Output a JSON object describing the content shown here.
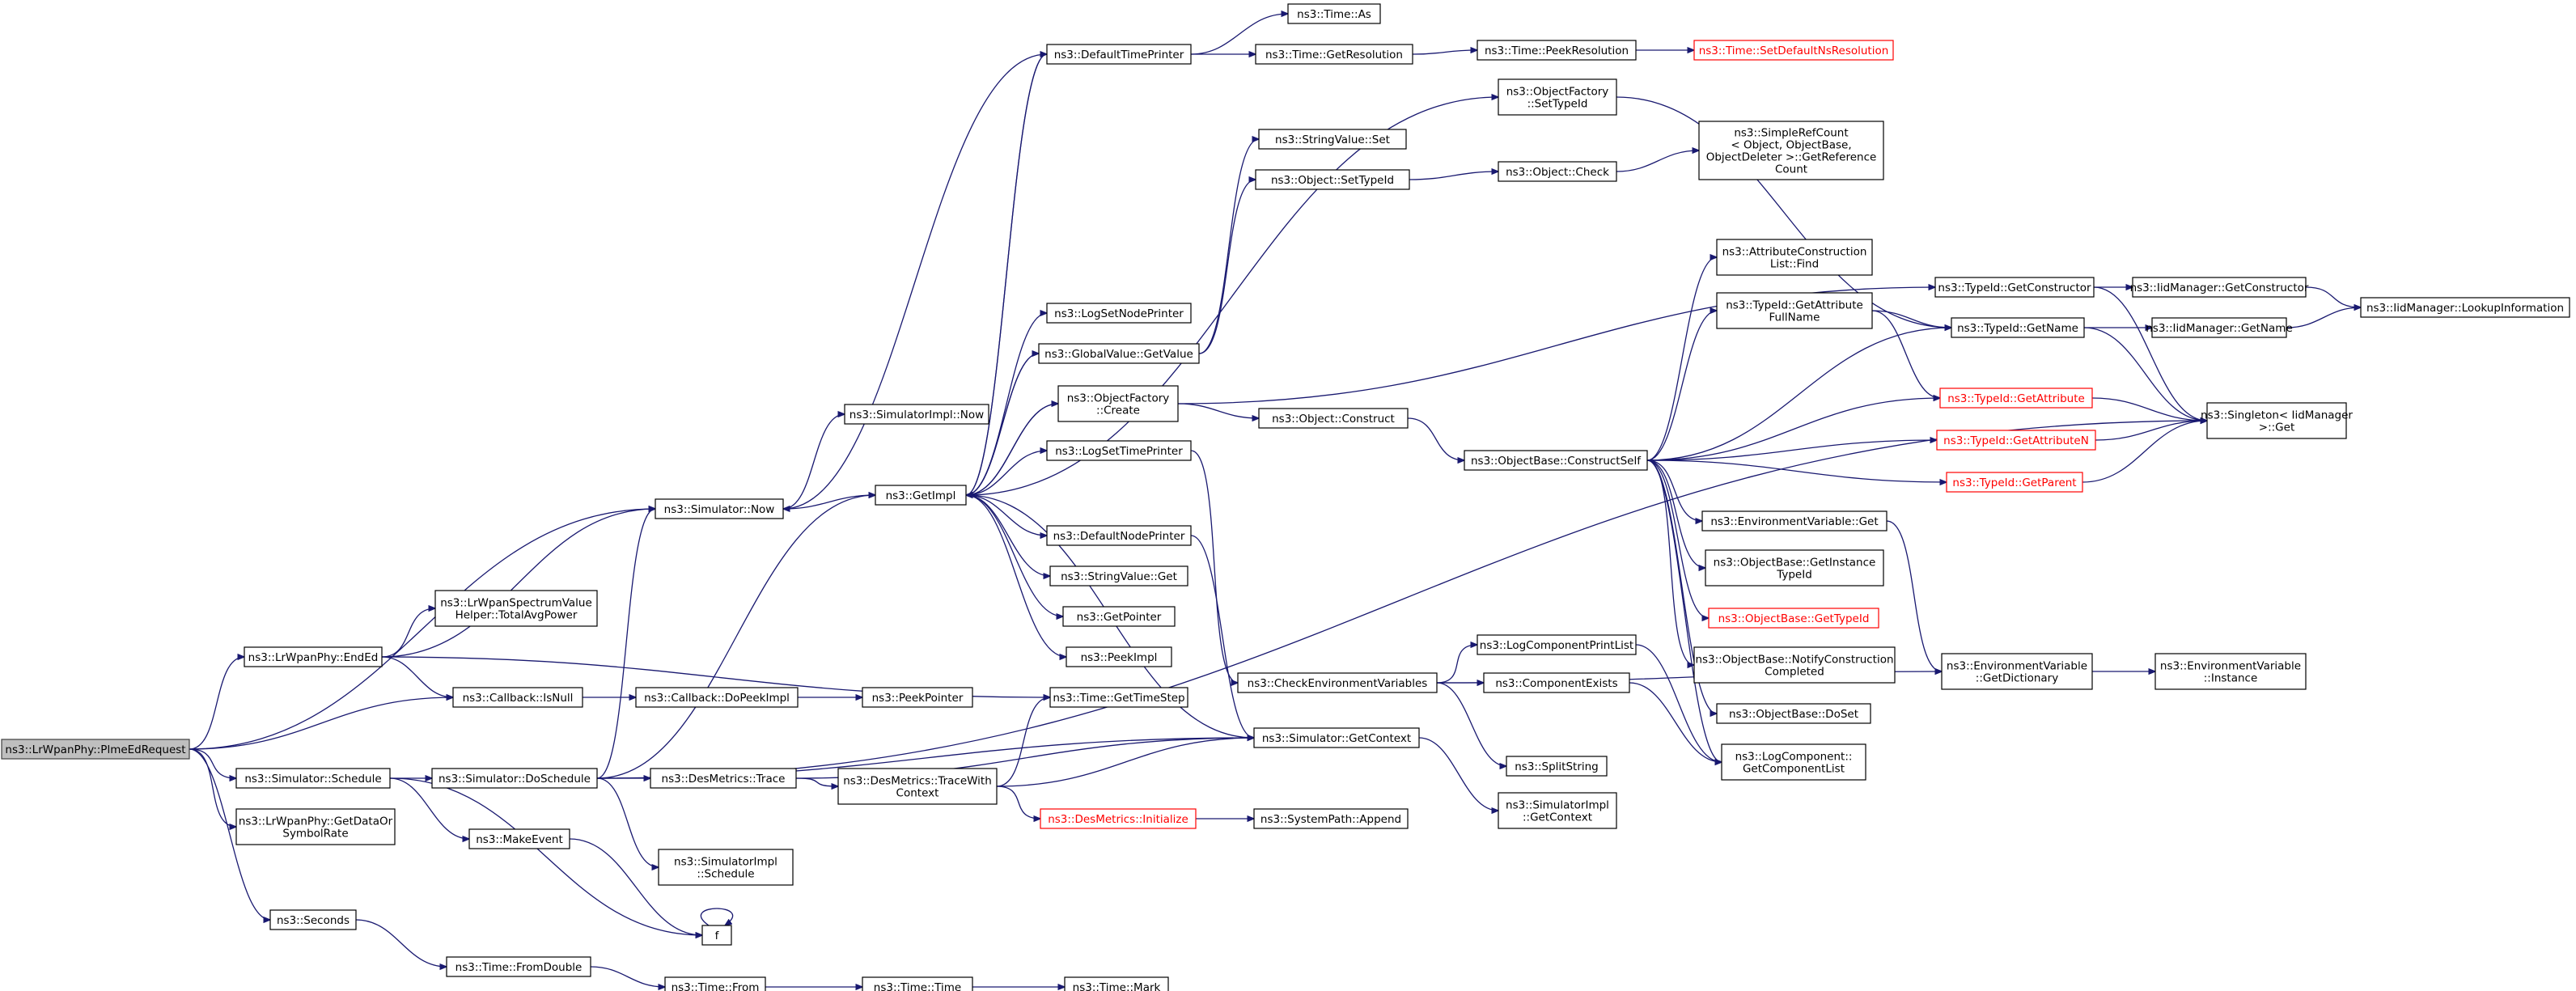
{
  "diagram": {
    "nodes": [
      {
        "id": "root",
        "label": [
          "ns3::LrWpanPhy::PlmeEdRequest"
        ],
        "style": "root"
      },
      {
        "id": "now",
        "label": [
          "ns3::Simulator::Now"
        ]
      },
      {
        "id": "ended",
        "label": [
          "ns3::LrWpanPhy::EndEd"
        ]
      },
      {
        "id": "isnull",
        "label": [
          "ns3::Callback::IsNull"
        ]
      },
      {
        "id": "schedule",
        "label": [
          "ns3::Simulator::Schedule"
        ]
      },
      {
        "id": "getdata",
        "label": [
          "ns3::LrWpanPhy::GetDataOr",
          "SymbolRate"
        ]
      },
      {
        "id": "seconds",
        "label": [
          "ns3::Seconds"
        ]
      },
      {
        "id": "simimplnow",
        "label": [
          "ns3::SimulatorImpl::Now"
        ]
      },
      {
        "id": "getimpl",
        "label": [
          "ns3::GetImpl"
        ]
      },
      {
        "id": "spectrum",
        "label": [
          "ns3::LrWpanSpectrumValue",
          "Helper::TotalAvgPower"
        ]
      },
      {
        "id": "gettimestep",
        "label": [
          "ns3::Time::GetTimeStep"
        ]
      },
      {
        "id": "dopeekimpl",
        "label": [
          "ns3::Callback::DoPeekImpl"
        ]
      },
      {
        "id": "peekpointer",
        "label": [
          "ns3::PeekPointer"
        ]
      },
      {
        "id": "doschedule",
        "label": [
          "ns3::Simulator::DoSchedule"
        ]
      },
      {
        "id": "makeevent",
        "label": [
          "ns3::MakeEvent"
        ]
      },
      {
        "id": "f",
        "label": [
          "f"
        ]
      },
      {
        "id": "fromdouble",
        "label": [
          "ns3::Time::FromDouble"
        ]
      },
      {
        "id": "timefrom",
        "label": [
          "ns3::Time::From"
        ]
      },
      {
        "id": "timetime",
        "label": [
          "ns3::Time::Time"
        ]
      },
      {
        "id": "timemark",
        "label": [
          "ns3::Time::Mark"
        ]
      },
      {
        "id": "desmetrace",
        "label": [
          "ns3::DesMetrics::Trace"
        ]
      },
      {
        "id": "tracewith",
        "label": [
          "ns3::DesMetrics::TraceWith",
          "Context"
        ]
      },
      {
        "id": "desinit",
        "label": [
          "ns3::DesMetrics::Initialize"
        ],
        "style": "red"
      },
      {
        "id": "sysappend",
        "label": [
          "ns3::SystemPath::Append"
        ]
      },
      {
        "id": "implsched",
        "label": [
          "ns3::SimulatorImpl",
          "::Schedule"
        ]
      },
      {
        "id": "getcontext",
        "label": [
          "ns3::Simulator::GetContext"
        ]
      },
      {
        "id": "implgetcontext",
        "label": [
          "ns3::SimulatorImpl",
          "::GetContext"
        ]
      },
      {
        "id": "defaulttimeprinter",
        "label": [
          "ns3::DefaultTimePrinter"
        ]
      },
      {
        "id": "timeas",
        "label": [
          "ns3::Time::As"
        ]
      },
      {
        "id": "getresolution",
        "label": [
          "ns3::Time::GetResolution"
        ]
      },
      {
        "id": "peekresolution",
        "label": [
          "ns3::Time::PeekResolution"
        ]
      },
      {
        "id": "setdefaultns",
        "label": [
          "ns3::Time::SetDefaultNsResolution"
        ],
        "style": "red"
      },
      {
        "id": "logsetnodeprinter",
        "label": [
          "ns3::LogSetNodePrinter"
        ]
      },
      {
        "id": "globalvalue",
        "label": [
          "ns3::GlobalValue::GetValue"
        ]
      },
      {
        "id": "objfactorycreate",
        "label": [
          "ns3::ObjectFactory",
          "::Create"
        ]
      },
      {
        "id": "logsettimeprinter",
        "label": [
          "ns3::LogSetTimePrinter"
        ]
      },
      {
        "id": "defaultnodeprinter",
        "label": [
          "ns3::DefaultNodePrinter"
        ]
      },
      {
        "id": "stringvalueget",
        "label": [
          "ns3::StringValue::Get"
        ]
      },
      {
        "id": "getpointer",
        "label": [
          "ns3::GetPointer"
        ]
      },
      {
        "id": "peekimpl",
        "label": [
          "ns3::PeekImpl"
        ]
      },
      {
        "id": "objfactorysettypeid",
        "label": [
          "ns3::ObjectFactory",
          "::SetTypeId"
        ]
      },
      {
        "id": "stringvalueset",
        "label": [
          "ns3::StringValue::Set"
        ]
      },
      {
        "id": "objectsettypeid",
        "label": [
          "ns3::Object::SetTypeId"
        ]
      },
      {
        "id": "objectcheck",
        "label": [
          "ns3::Object::Check"
        ]
      },
      {
        "id": "simplerefcount",
        "label": [
          "ns3::SimpleRefCount",
          "< Object, ObjectBase,",
          "ObjectDeleter >::GetReference",
          "Count"
        ]
      },
      {
        "id": "objectconstruct",
        "label": [
          "ns3::Object::Construct"
        ]
      },
      {
        "id": "checkenv",
        "label": [
          "ns3::CheckEnvironmentVariables"
        ]
      },
      {
        "id": "logcomponentprintlist",
        "label": [
          "ns3::LogComponentPrintList"
        ]
      },
      {
        "id": "componentexists",
        "label": [
          "ns3::ComponentExists"
        ]
      },
      {
        "id": "splitstring",
        "label": [
          "ns3::SplitString"
        ]
      },
      {
        "id": "constructself",
        "label": [
          "ns3::ObjectBase::ConstructSelf"
        ]
      },
      {
        "id": "attrconstlist",
        "label": [
          "ns3::AttributeConstruction",
          "List::Find"
        ]
      },
      {
        "id": "gettattrfullname",
        "label": [
          "ns3::TypeId::GetAttribute",
          "FullName"
        ]
      },
      {
        "id": "envget",
        "label": [
          "ns3::EnvironmentVariable::Get"
        ]
      },
      {
        "id": "getinstancetypeid",
        "label": [
          "ns3::ObjectBase::GetInstance",
          "TypeId"
        ]
      },
      {
        "id": "objbasegettypeid",
        "label": [
          "ns3::ObjectBase::GetTypeId"
        ],
        "style": "red"
      },
      {
        "id": "notifyconstruction",
        "label": [
          "ns3::ObjectBase::NotifyConstruction",
          "Completed"
        ]
      },
      {
        "id": "doset",
        "label": [
          "ns3::ObjectBase::DoSet"
        ]
      },
      {
        "id": "getcomponentlist",
        "label": [
          "ns3::LogComponent::",
          "GetComponentList"
        ]
      },
      {
        "id": "typeidgetconstructor",
        "label": [
          "ns3::TypeId::GetConstructor"
        ]
      },
      {
        "id": "typeidgetname",
        "label": [
          "ns3::TypeId::GetName"
        ]
      },
      {
        "id": "typeidgetattribute",
        "label": [
          "ns3::TypeId::GetAttribute"
        ],
        "style": "red"
      },
      {
        "id": "typeidgetattributen",
        "label": [
          "ns3::TypeId::GetAttributeN"
        ],
        "style": "red"
      },
      {
        "id": "typeidgetparent",
        "label": [
          "ns3::TypeId::GetParent"
        ],
        "style": "red"
      },
      {
        "id": "envgetdict",
        "label": [
          "ns3::EnvironmentVariable",
          "::GetDictionary"
        ]
      },
      {
        "id": "envinstance",
        "label": [
          "ns3::EnvironmentVariable",
          "::Instance"
        ]
      },
      {
        "id": "iidgetconstructor",
        "label": [
          "ns3::IidManager::GetConstructor"
        ]
      },
      {
        "id": "iidgetname",
        "label": [
          "ns3::IidManager::GetName"
        ]
      },
      {
        "id": "iidlookup",
        "label": [
          "ns3::IidManager::LookupInformation"
        ]
      },
      {
        "id": "singleton",
        "label": [
          "ns3::Singleton< IidManager",
          ">::Get"
        ]
      }
    ],
    "edges": [
      [
        "root",
        "now"
      ],
      [
        "root",
        "ended"
      ],
      [
        "root",
        "isnull"
      ],
      [
        "root",
        "schedule"
      ],
      [
        "root",
        "getdata"
      ],
      [
        "root",
        "seconds"
      ],
      [
        "now",
        "simimplnow"
      ],
      [
        "now",
        "getimpl"
      ],
      [
        "ended",
        "now"
      ],
      [
        "ended",
        "spectrum"
      ],
      [
        "ended",
        "isnull"
      ],
      [
        "ended",
        "gettimestep"
      ],
      [
        "isnull",
        "dopeekimpl"
      ],
      [
        "dopeekimpl",
        "peekpointer"
      ],
      [
        "schedule",
        "doschedule"
      ],
      [
        "schedule",
        "makeevent"
      ],
      [
        "schedule",
        "f"
      ],
      [
        "seconds",
        "fromdouble"
      ],
      [
        "fromdouble",
        "timefrom"
      ],
      [
        "timefrom",
        "timetime"
      ],
      [
        "timetime",
        "timemark"
      ],
      [
        "makeevent",
        "f"
      ],
      [
        "f",
        "f"
      ],
      [
        "doschedule",
        "now"
      ],
      [
        "doschedule",
        "getimpl"
      ],
      [
        "doschedule",
        "desmetrace"
      ],
      [
        "doschedule",
        "implsched"
      ],
      [
        "doschedule",
        "getcontext"
      ],
      [
        "doschedule",
        "singleton"
      ],
      [
        "desmetrace",
        "tracewith"
      ],
      [
        "desmetrace",
        "getcontext"
      ],
      [
        "tracewith",
        "desinit"
      ],
      [
        "tracewith",
        "gettimestep"
      ],
      [
        "tracewith",
        "getcontext"
      ],
      [
        "desinit",
        "sysappend"
      ],
      [
        "getcontext",
        "getimpl"
      ],
      [
        "getcontext",
        "implgetcontext"
      ],
      [
        "getimpl",
        "defaulttimeprinter"
      ],
      [
        "getimpl",
        "logsetnodeprinter"
      ],
      [
        "getimpl",
        "globalvalue"
      ],
      [
        "getimpl",
        "objfactorycreate"
      ],
      [
        "getimpl",
        "logsettimeprinter"
      ],
      [
        "getimpl",
        "defaultnodeprinter"
      ],
      [
        "getimpl",
        "stringvalueget"
      ],
      [
        "getimpl",
        "getpointer"
      ],
      [
        "getimpl",
        "peekimpl"
      ],
      [
        "getimpl",
        "objfactorysettypeid"
      ],
      [
        "defaulttimeprinter",
        "timeas"
      ],
      [
        "defaulttimeprinter",
        "getresolution"
      ],
      [
        "defaulttimeprinter",
        "now"
      ],
      [
        "defaulttimeprinter",
        "getimpl"
      ],
      [
        "getresolution",
        "peekresolution"
      ],
      [
        "peekresolution",
        "setdefaultns"
      ],
      [
        "globalvalue",
        "getimpl"
      ],
      [
        "globalvalue",
        "stringvalueset"
      ],
      [
        "globalvalue",
        "objectsettypeid"
      ],
      [
        "objfactorycreate",
        "objectconstruct"
      ],
      [
        "objfactorycreate",
        "typeidgetconstructor"
      ],
      [
        "objfactorycreate",
        "getimpl"
      ],
      [
        "objfactorysettypeid",
        "typeidgetname"
      ],
      [
        "objectsettypeid",
        "objectcheck"
      ],
      [
        "objectcheck",
        "simplerefcount"
      ],
      [
        "objectconstruct",
        "constructself"
      ],
      [
        "logsettimeprinter",
        "checkenv"
      ],
      [
        "defaultnodeprinter",
        "getcontext"
      ],
      [
        "checkenv",
        "logcomponentprintlist"
      ],
      [
        "checkenv",
        "componentexists"
      ],
      [
        "checkenv",
        "splitstring"
      ],
      [
        "checkenv",
        "envgetdict"
      ],
      [
        "logcomponentprintlist",
        "getcomponentlist"
      ],
      [
        "componentexists",
        "getcomponentlist"
      ],
      [
        "constructself",
        "attrconstlist"
      ],
      [
        "constructself",
        "gettattrfullname"
      ],
      [
        "constructself",
        "typeidgetname"
      ],
      [
        "constructself",
        "typeidgetattribute"
      ],
      [
        "constructself",
        "typeidgetattributen"
      ],
      [
        "constructself",
        "typeidgetparent"
      ],
      [
        "constructself",
        "envget"
      ],
      [
        "constructself",
        "getinstancetypeid"
      ],
      [
        "constructself",
        "objbasegettypeid"
      ],
      [
        "constructself",
        "notifyconstruction"
      ],
      [
        "constructself",
        "doset"
      ],
      [
        "constructself",
        "getcomponentlist"
      ],
      [
        "gettattrfullname",
        "typeidgetname"
      ],
      [
        "gettattrfullname",
        "typeidgetattribute"
      ],
      [
        "envget",
        "envgetdict"
      ],
      [
        "envgetdict",
        "envinstance"
      ],
      [
        "typeidgetconstructor",
        "iidgetconstructor"
      ],
      [
        "typeidgetconstructor",
        "singleton"
      ],
      [
        "typeidgetname",
        "iidgetname"
      ],
      [
        "typeidgetname",
        "singleton"
      ],
      [
        "typeidgetattribute",
        "singleton"
      ],
      [
        "typeidgetattributen",
        "singleton"
      ],
      [
        "typeidgetparent",
        "singleton"
      ],
      [
        "iidgetconstructor",
        "iidlookup"
      ],
      [
        "iidgetname",
        "iidlookup"
      ]
    ],
    "colors": {
      "edge": "#191970",
      "root_fill": "#bfbfbf",
      "red_border": "#ff0000"
    }
  }
}
